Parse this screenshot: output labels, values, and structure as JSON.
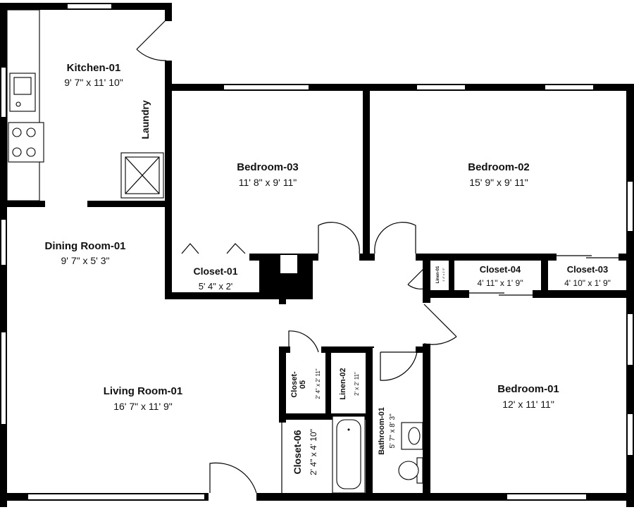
{
  "rooms": {
    "kitchen": {
      "name": "Kitchen-01",
      "dims": "9' 7\" x 11' 10\""
    },
    "laundry": {
      "name": "Laundry"
    },
    "bedroom3": {
      "name": "Bedroom-03",
      "dims": "11' 8\" x 9' 11\""
    },
    "bedroom2": {
      "name": "Bedroom-02",
      "dims": "15' 9\" x 9' 11\""
    },
    "dining": {
      "name": "Dining Room-01",
      "dims": "9' 7\" x 5' 3\""
    },
    "closet1": {
      "name": "Closet-01",
      "dims": "5' 4\" x 2'"
    },
    "linen1": {
      "name": "Linen-01",
      "dims": "1' 4\" x 1' 9\""
    },
    "closet4": {
      "name": "Closet-04",
      "dims": "4' 11\" x 1' 9\""
    },
    "closet3": {
      "name": "Closet-03",
      "dims": "4' 10\" x 1' 9\""
    },
    "living": {
      "name": "Living Room-01",
      "dims": "16' 7\" x 11' 9\""
    },
    "closet5": {
      "name1": "Closet-",
      "name2": "05",
      "dims": "2' 4\" x 2' 11\""
    },
    "linen2": {
      "name": "Linen-02",
      "dims": "2' x 2' 11\""
    },
    "bathroom": {
      "name": "Bathroom-01",
      "dims": "5' 7\" x 8' 3\""
    },
    "closet6": {
      "name": "Closet-06",
      "dims": "2' 4\" x 4' 10\""
    },
    "bedroom1": {
      "name": "Bedroom-01",
      "dims": "12' x 11' 11\""
    }
  },
  "colors": {
    "wall": "#000000",
    "background": "#ffffff",
    "window": "#ffffff"
  }
}
